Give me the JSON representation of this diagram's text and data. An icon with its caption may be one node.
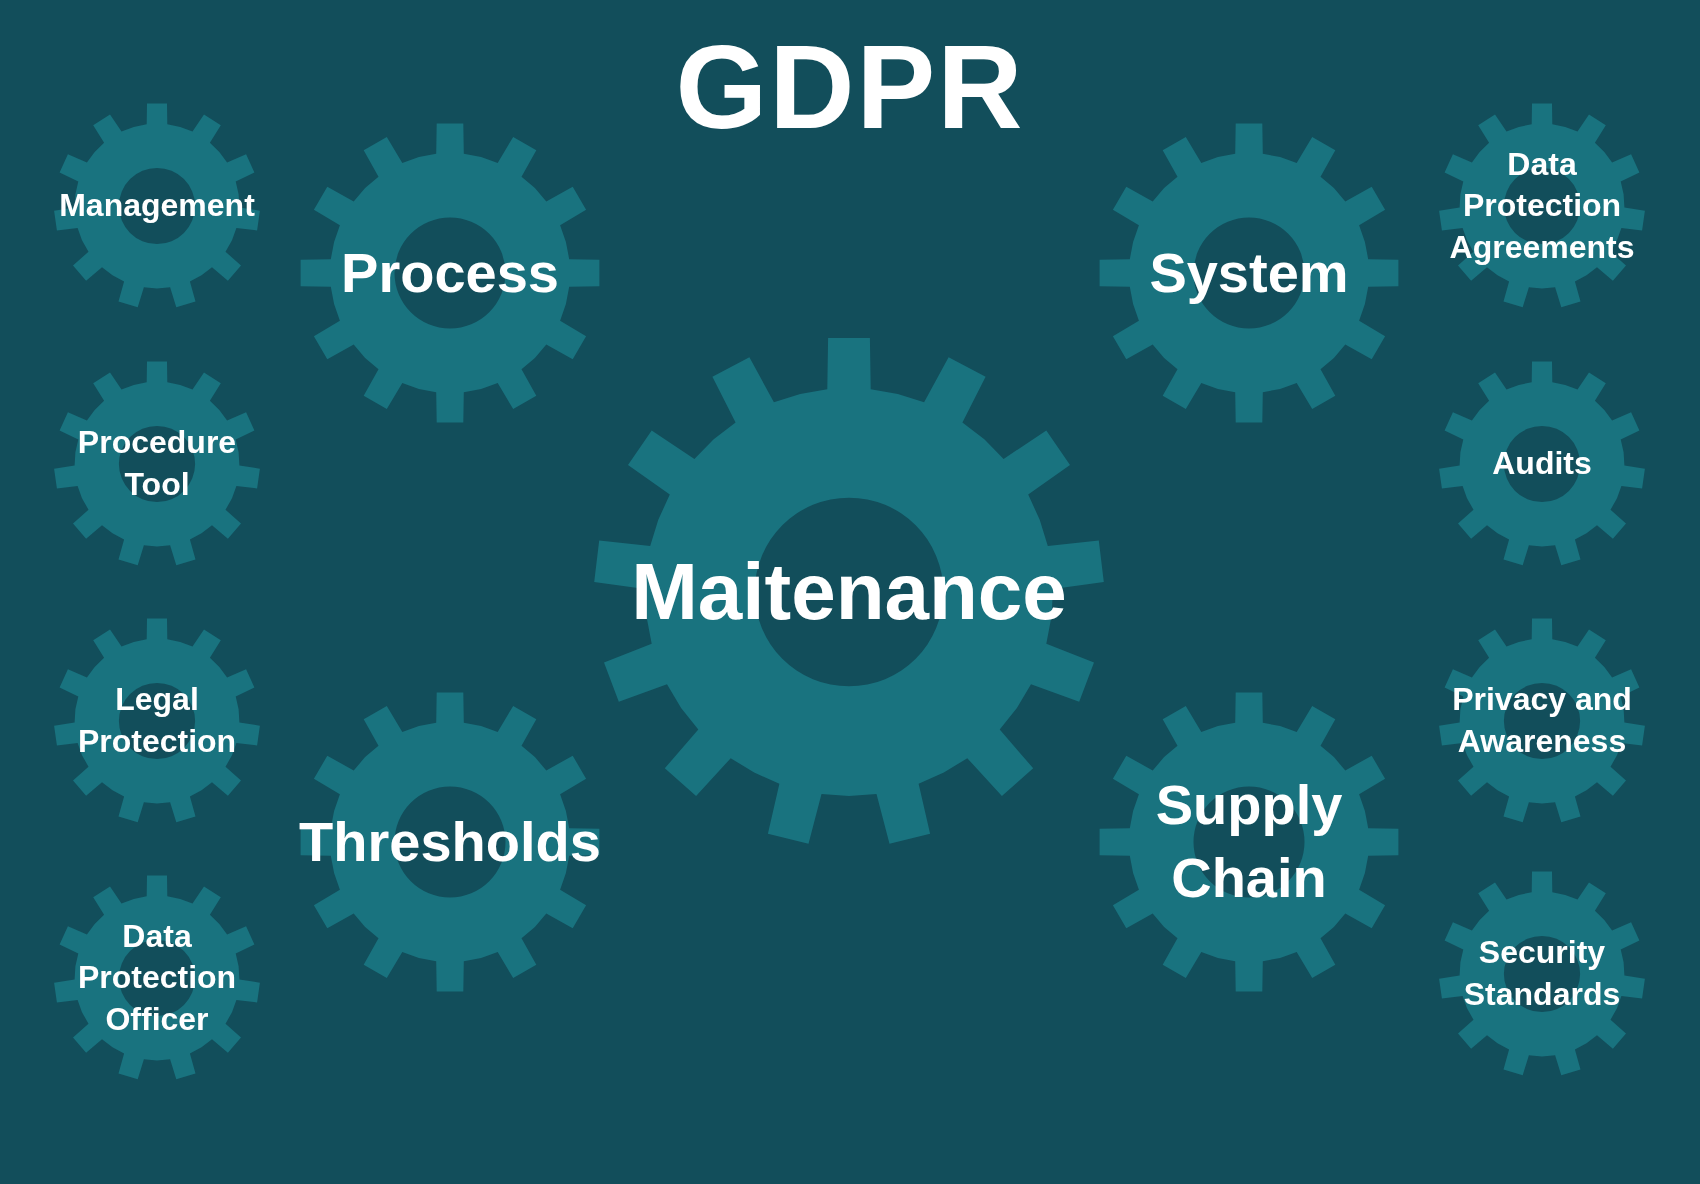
{
  "diagram": {
    "title": "GDPR",
    "nodes": [
      {
        "text": [
          "Management"
        ]
      },
      {
        "text": [
          "Process"
        ]
      },
      {
        "text": [
          "System"
        ]
      },
      {
        "text": [
          "Data Protection Agreements"
        ]
      },
      {
        "text": [
          "Procedure Tool"
        ]
      },
      {
        "text": [
          "Audits"
        ]
      },
      {
        "text": [
          "Maitenance"
        ]
      },
      {
        "text": [
          "Legal Protection"
        ]
      },
      {
        "text": [
          "Privacy and Awareness"
        ]
      },
      {
        "text": [
          "Thresholds"
        ]
      },
      {
        "text": [
          "Supply Chain"
        ]
      },
      {
        "text": [
          "Data Protection Officer"
        ]
      },
      {
        "text": [
          "Security Standards"
        ]
      }
    ],
    "edges": []
  }
}
